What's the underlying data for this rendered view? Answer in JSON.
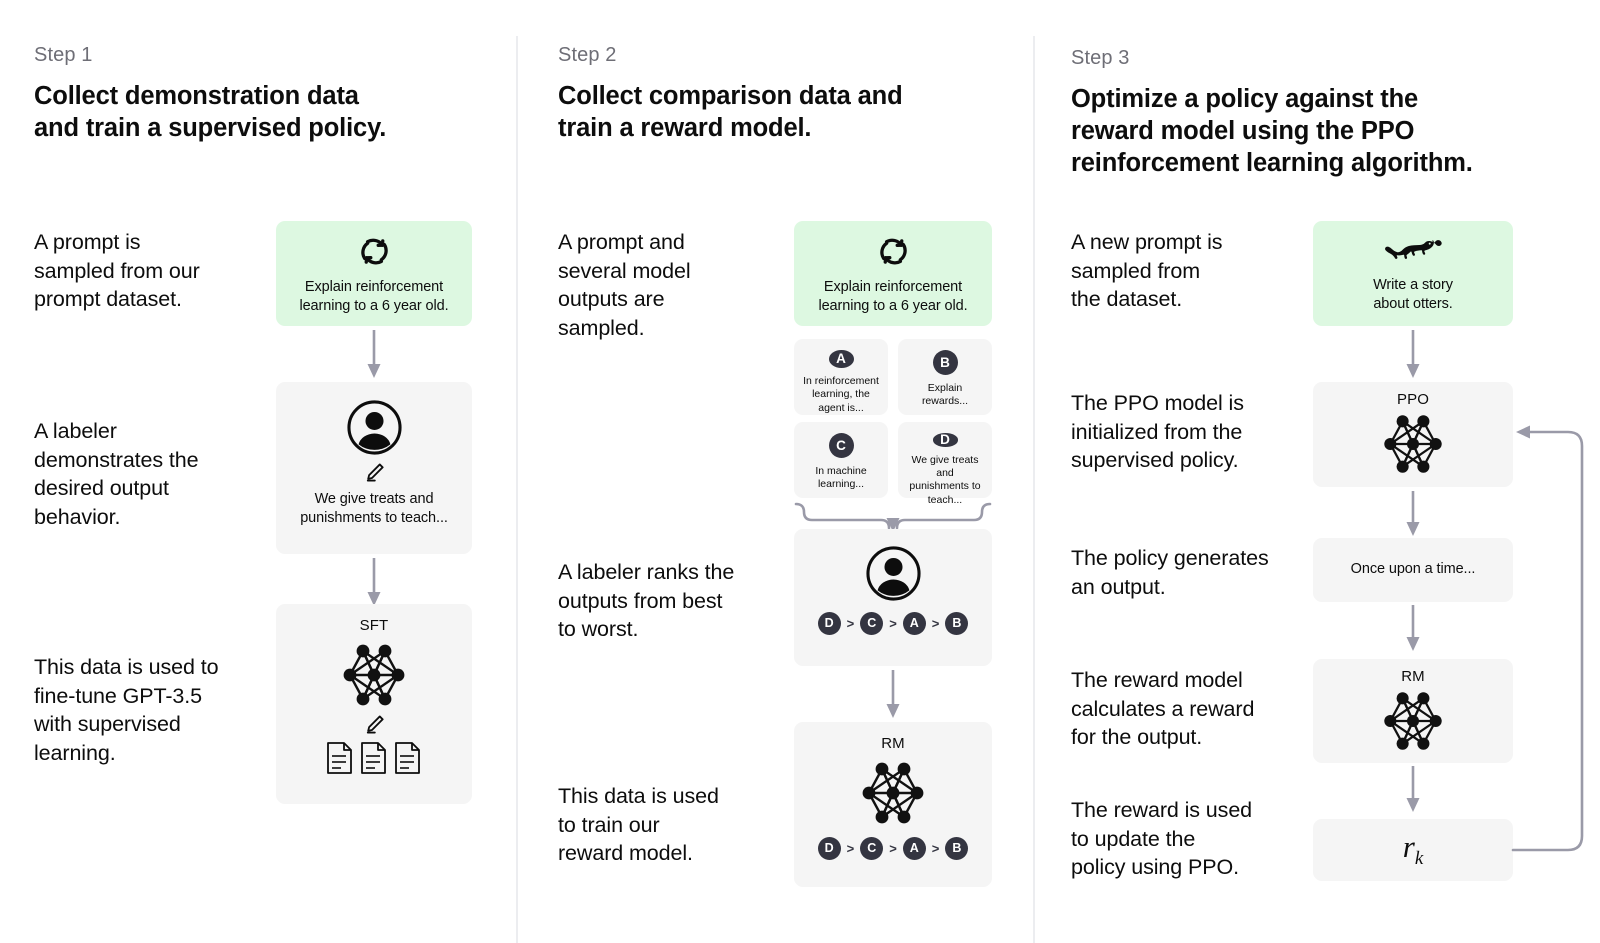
{
  "meta": {
    "colors": {
      "green_box": "#ddf8e1",
      "gray_box": "#f5f5f5",
      "badge": "#343541",
      "arrow": "#9a9aa8",
      "divider": "#ecedf0",
      "text": "#0d0d0d",
      "muted_text": "#6e6e76"
    }
  },
  "steps": [
    {
      "label": "Step 1",
      "title": "Collect demonstration data\nand train a supervised policy.",
      "descriptions": [
        "A prompt is\nsampled from our\nprompt dataset.",
        "A labeler\ndemonstrates the\ndesired output\nbehavior.",
        "This data is used to\nfine-tune GPT-3.5\nwith supervised\nlearning."
      ],
      "prompt_box": {
        "icon": "cycle-icon",
        "caption": "Explain reinforcement\nlearning to a 6 year old."
      },
      "labeler_box": {
        "icon": "person-icon",
        "sub_icon": "pencil-icon",
        "caption": "We give treats and\npunishments to teach..."
      },
      "model_box": {
        "title": "SFT",
        "icon": "neural-net-icon",
        "sub_icon": "pencil-icon",
        "docs_icon": "documents-icon"
      }
    },
    {
      "label": "Step 2",
      "title": "Collect comparison data and\ntrain a reward model.",
      "descriptions": [
        "A prompt and\nseveral model\noutputs are\nsampled.",
        "A labeler ranks the\noutputs from best\nto worst.",
        "This data is used\nto train our\nreward model."
      ],
      "prompt_box": {
        "icon": "cycle-icon",
        "caption": "Explain reinforcement\nlearning to a 6 year old."
      },
      "outputs": [
        {
          "badge": "A",
          "text": "In reinforcement\nlearning, the\nagent is..."
        },
        {
          "badge": "B",
          "text": "Explain rewards..."
        },
        {
          "badge": "C",
          "text": "In machine\nlearning..."
        },
        {
          "badge": "D",
          "text": "We give treats and\npunishments to\nteach..."
        }
      ],
      "ranking_box": {
        "icon": "person-icon",
        "ranking": [
          "D",
          "C",
          "A",
          "B"
        ],
        "separator": ">"
      },
      "reward_box": {
        "title": "RM",
        "icon": "neural-net-icon",
        "ranking": [
          "D",
          "C",
          "A",
          "B"
        ],
        "separator": ">"
      }
    },
    {
      "label": "Step 3",
      "title": "Optimize a policy against the\nreward model using the PPO\nreinforcement learning algorithm.",
      "descriptions": [
        "A new prompt is\nsampled from\nthe dataset.",
        "The PPO model is\ninitialized from the\nsupervised policy.",
        "The policy generates\nan output.",
        "The reward model\ncalculates a reward\nfor the output.",
        "The reward is used\nto update the\npolicy using PPO."
      ],
      "prompt_box": {
        "icon": "otter-icon",
        "caption": "Write a story\nabout otters."
      },
      "ppo_box": {
        "title": "PPO",
        "icon": "neural-net-icon"
      },
      "output_box": {
        "caption": "Once upon a time..."
      },
      "rm_box": {
        "title": "RM",
        "icon": "neural-net-icon"
      },
      "reward_box": {
        "formula": "r",
        "subscript": "k"
      }
    }
  ]
}
